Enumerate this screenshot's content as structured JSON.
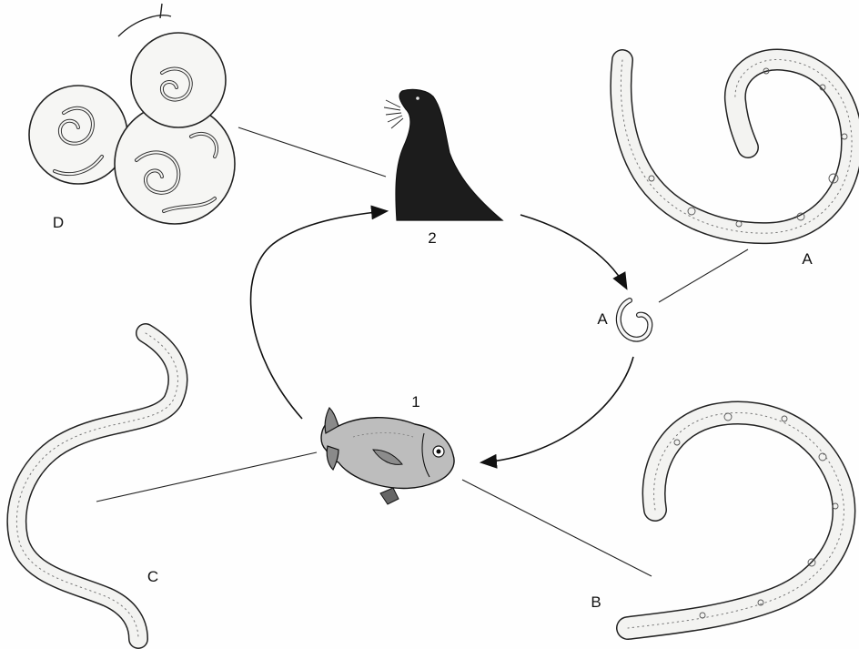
{
  "labels": {
    "host_definitive": "2",
    "host_intermediate": "1",
    "stage_A_large": "A",
    "stage_A_small": "A",
    "stage_B": "B",
    "stage_C": "C",
    "stage_D": "D"
  },
  "colors": {
    "ink": "#111111",
    "background": "#fefefe",
    "seal": "#1c1c1c",
    "fish": "#b9b9b9"
  }
}
